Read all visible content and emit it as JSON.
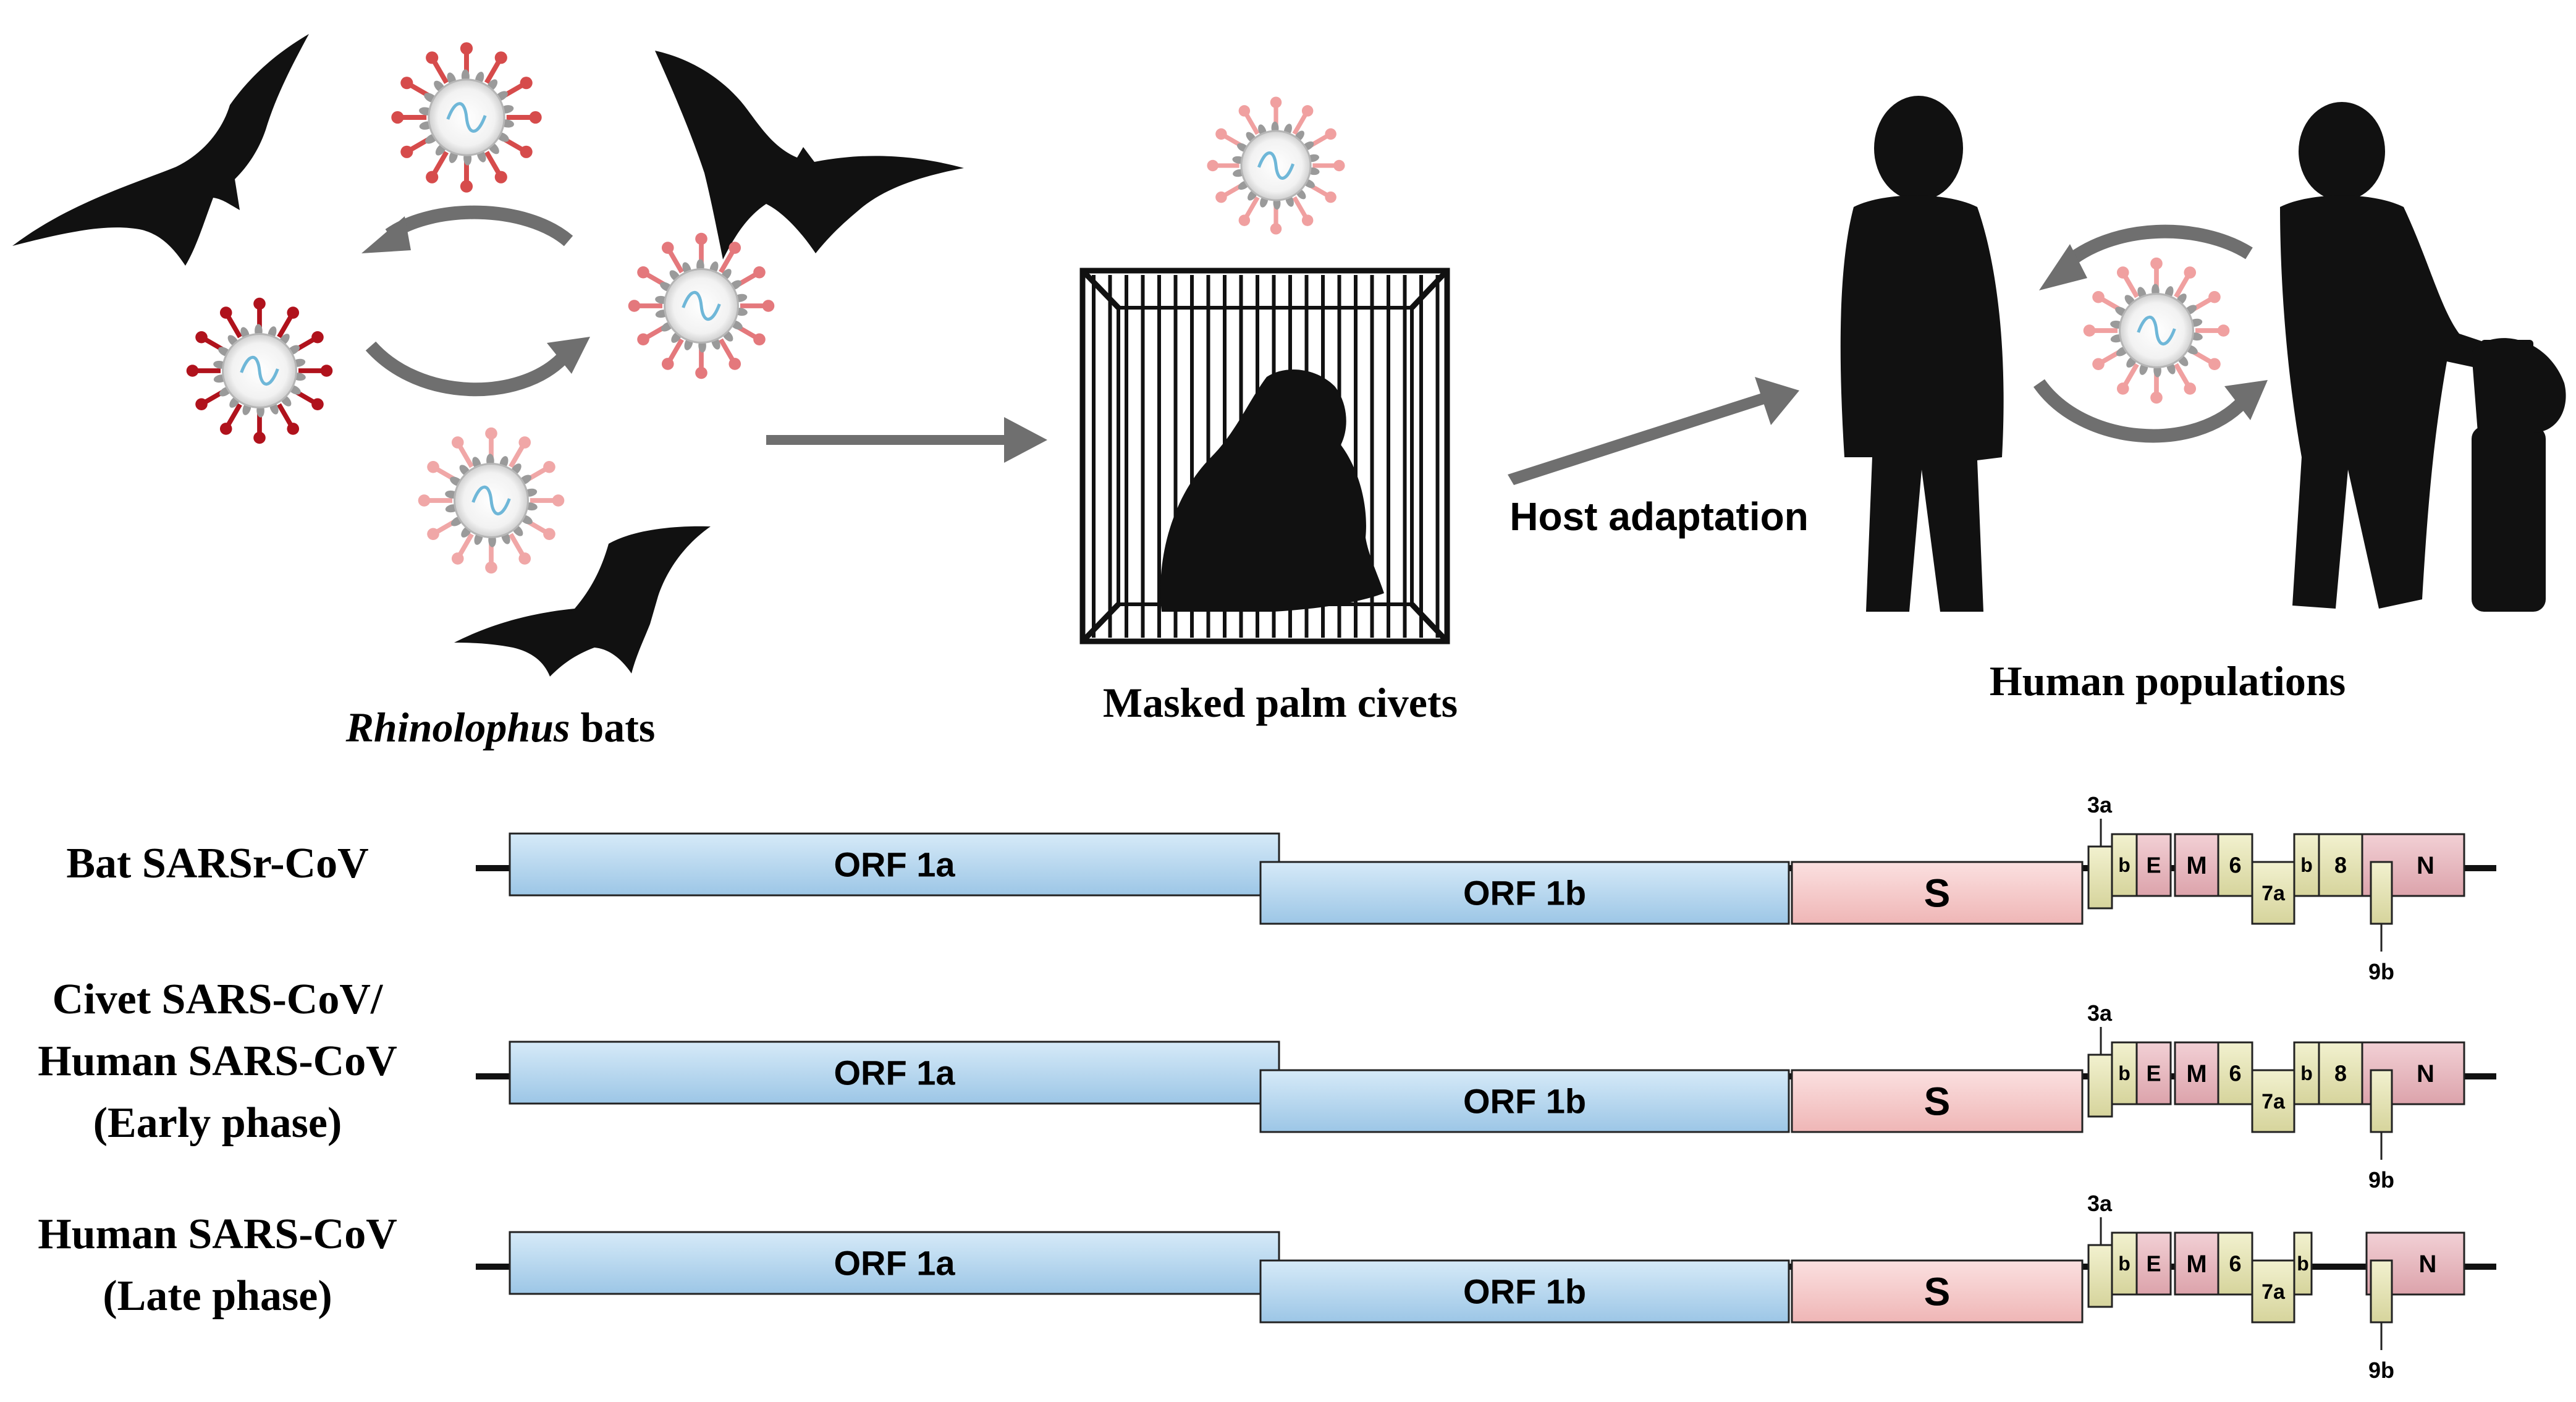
{
  "panel": {
    "bats_label_italic": "Rhinolophus",
    "bats_label_rest": " bats",
    "civets_label": "Masked palm civets",
    "humans_label": "Human populations",
    "arrow_label": "Host adaptation"
  },
  "genomes": [
    {
      "label_lines": [
        "Bat SARSr-CoV"
      ],
      "orf1a": "ORF 1a",
      "orf1b": "ORF 1b",
      "s": "S",
      "a3": "3a",
      "b3": "b",
      "e": "E",
      "m": "M",
      "six": "6",
      "a7": "7a",
      "b7": "b",
      "eight": "8",
      "n": "N",
      "b9": "9b"
    },
    {
      "label_lines": [
        "Civet SARS-CoV/",
        "Human SARS-CoV",
        "(Early phase)"
      ],
      "orf1a": "ORF 1a",
      "orf1b": "ORF 1b",
      "s": "S",
      "a3": "3a",
      "b3": "b",
      "e": "E",
      "m": "M",
      "six": "6",
      "a7": "7a",
      "b7": "b",
      "eight": "8",
      "n": "N",
      "b9": "9b"
    },
    {
      "label_lines": [
        "Human SARS-CoV",
        "(Late phase)"
      ],
      "orf1a": "ORF 1a",
      "orf1b": "ORF 1b",
      "s": "S",
      "a3": "3a",
      "b3": "b",
      "e": "E",
      "m": "M",
      "six": "6",
      "a7": "7a",
      "b7": "b",
      "n": "N",
      "b9": "9b"
    }
  ],
  "colors": {
    "orf": "#b4d6ee",
    "spike": "#f6c9c9",
    "accessory": "#e7e6b9",
    "structural": "#e8b9c0",
    "arrow": "#6f6f6f",
    "silhouette": "#111111"
  }
}
